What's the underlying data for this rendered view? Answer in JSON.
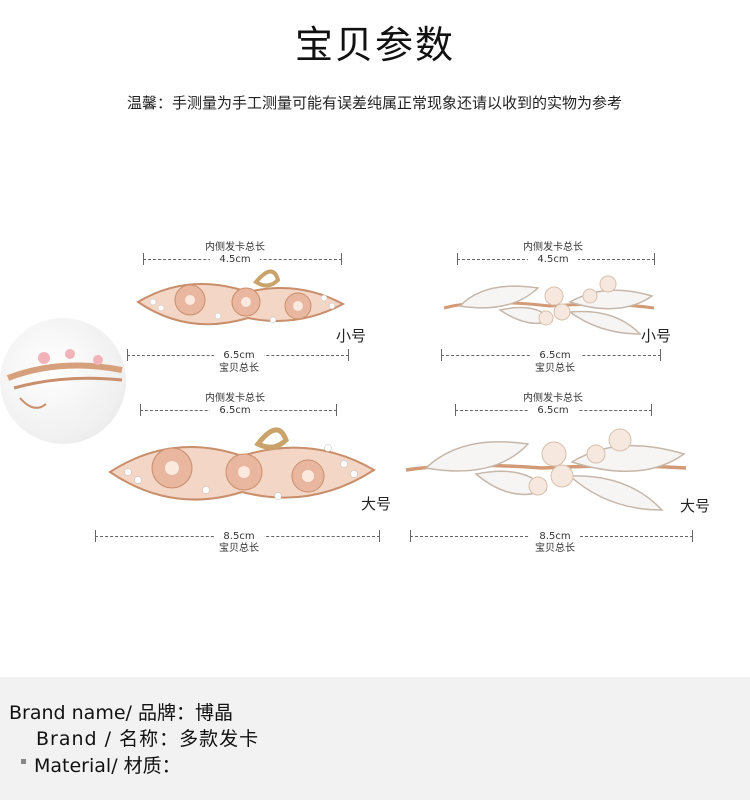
{
  "page": {
    "title": "宝贝参数",
    "note": "温馨：手测量为手工测量可能有误差纯属正常现象还请以收到的实物为参考"
  },
  "products": [
    {
      "inner_label": "内侧发卡总长",
      "inner_value": "4.5cm",
      "total_value": "6.5cm",
      "total_label": "宝贝总长",
      "size": "小号"
    },
    {
      "inner_label": "内侧发卡总长",
      "inner_value": "4.5cm",
      "total_value": "6.5cm",
      "total_label": "宝贝总长",
      "size": "小号"
    },
    {
      "inner_label": "内侧发卡总长",
      "inner_value": "6.5cm",
      "total_value": "8.5cm",
      "total_label": "宝贝总长",
      "size": "大号"
    },
    {
      "inner_label": "内侧发卡总长",
      "inner_value": "6.5cm",
      "total_value": "8.5cm",
      "total_label": "宝贝总长",
      "size": "大号"
    }
  ],
  "specs": {
    "brand_name": "Brand name/ 品牌：博晶",
    "product_name": "Brand  / 名称：多款发卡",
    "material": "Material/ 材质："
  },
  "colors": {
    "rose_gold": "#d9a07a",
    "pink": "#f4c2b0",
    "pearl": "#f3e6dc",
    "footer_bg": "#f2f2f2"
  }
}
